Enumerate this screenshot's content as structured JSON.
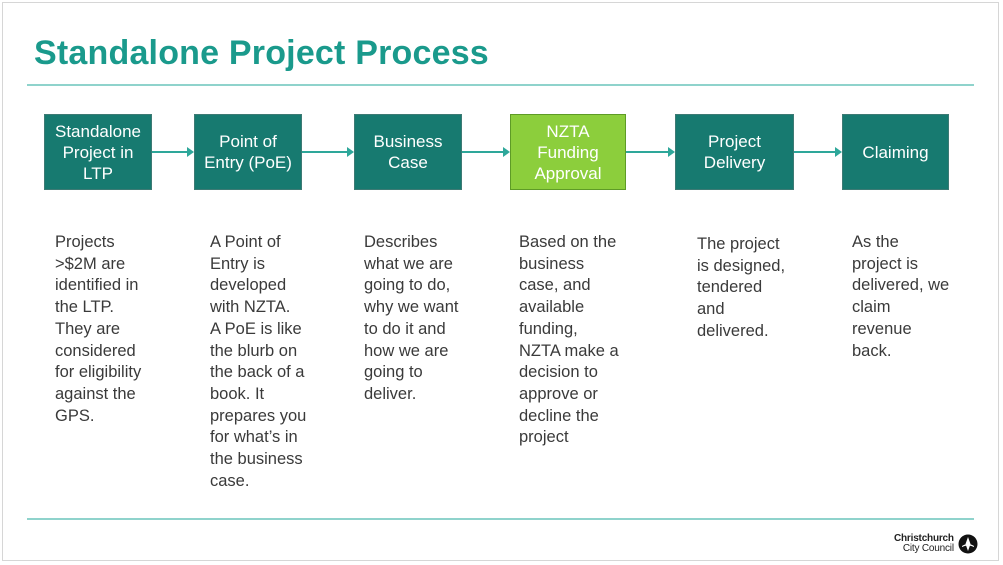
{
  "title": "Standalone Project Process",
  "steps": [
    {
      "lines": [
        "Standalone",
        "Project in",
        "LTP"
      ],
      "highlight": false
    },
    {
      "lines": [
        "Point of",
        "Entry (PoE)"
      ],
      "highlight": false
    },
    {
      "lines": [
        "Business",
        "Case"
      ],
      "highlight": false
    },
    {
      "lines": [
        "NZTA",
        "Funding",
        "Approval"
      ],
      "highlight": true
    },
    {
      "lines": [
        "Project",
        "Delivery"
      ],
      "highlight": false
    },
    {
      "lines": [
        "Claiming"
      ],
      "highlight": false
    }
  ],
  "descriptions": [
    {
      "lines": [
        "Projects",
        ">$2M are",
        "identified in",
        "the LTP.",
        "They are",
        "considered",
        "for eligibility",
        "against the",
        "GPS."
      ]
    },
    {
      "lines": [
        "A Point of",
        "Entry is",
        "developed",
        "with NZTA.",
        "A PoE is like",
        "the blurb on",
        "the back of a",
        "book. It",
        "prepares you",
        "for what’s in",
        "the business",
        "case."
      ]
    },
    {
      "lines": [
        "Describes",
        "what we are",
        "going to do,",
        "why we want",
        "to do it and",
        "how we are",
        "going to",
        "deliver."
      ]
    },
    {
      "lines": [
        "Based on the",
        "business",
        "case, and",
        "available",
        "funding,",
        "NZTA make a",
        "decision to",
        "approve or",
        "decline the",
        "project"
      ]
    },
    {
      "lines": [
        "The project",
        "is designed,",
        "tendered",
        "and",
        "delivered."
      ]
    },
    {
      "lines": [
        "As the",
        "project is",
        "delivered, we",
        "claim",
        "revenue",
        "back."
      ]
    }
  ],
  "logo": {
    "line1": "Christchurch",
    "line2": "City Council"
  },
  "colors": {
    "title": "#1a9a8c",
    "box": "#177a70",
    "highlight": "#8cce3c",
    "rule": "#8fd3cc",
    "arrow": "#2ea79a"
  }
}
